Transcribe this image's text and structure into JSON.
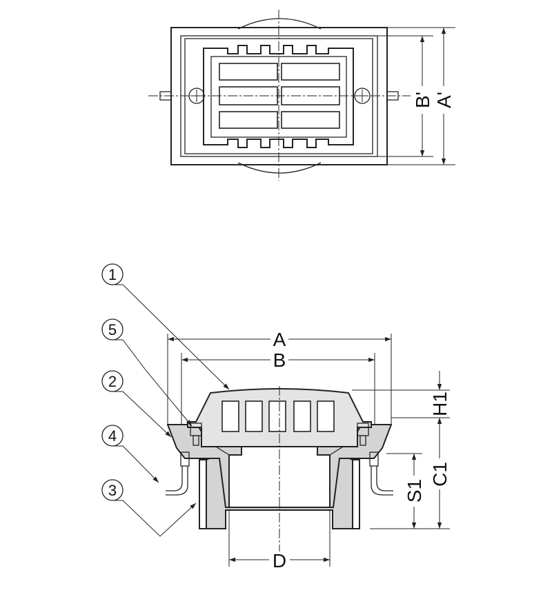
{
  "dimensions": {
    "A": "A",
    "B": "B",
    "A_prime": "A'",
    "B_prime": "B'",
    "H1": "H1",
    "C1": "C1",
    "S1": "S1",
    "D": "D"
  },
  "parts": [
    "1",
    "5",
    "2",
    "4",
    "3"
  ]
}
